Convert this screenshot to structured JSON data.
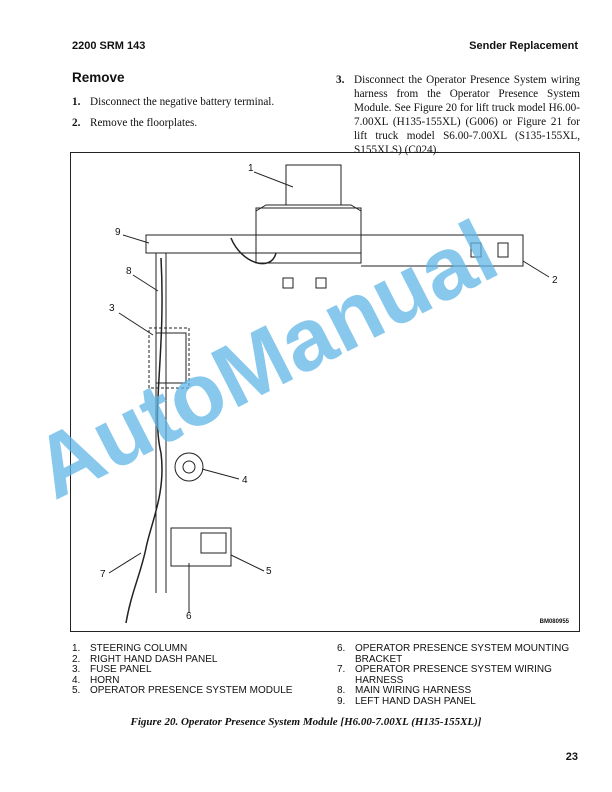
{
  "header": {
    "left": "2200 SRM 143",
    "right": "Sender Replacement"
  },
  "section_title": "Remove",
  "steps": [
    {
      "num": "1.",
      "text": "Disconnect the negative battery terminal."
    },
    {
      "num": "2.",
      "text": "Remove the floorplates."
    },
    {
      "num": "3.",
      "text": "Disconnect the Operator Presence System wiring harness from the Operator Presence System Module. See Figure 20 for lift truck model H6.00-7.00XL (H135-155XL) (G006) or Figure 21 for lift truck model S6.00-7.00XL (S135-155XL, S155XLS) (C024)."
    }
  ],
  "figure": {
    "id": "BM080955",
    "callouts": [
      "1",
      "2",
      "3",
      "4",
      "5",
      "6",
      "7",
      "8",
      "9"
    ],
    "legend": [
      {
        "num": "1.",
        "text": "STEERING COLUMN"
      },
      {
        "num": "2.",
        "text": "RIGHT HAND DASH PANEL"
      },
      {
        "num": "3.",
        "text": "FUSE PANEL"
      },
      {
        "num": "4.",
        "text": "HORN"
      },
      {
        "num": "5.",
        "text": "OPERATOR PRESENCE SYSTEM MODULE"
      },
      {
        "num": "6.",
        "text": "OPERATOR PRESENCE SYSTEM MOUNTING BRACKET"
      },
      {
        "num": "7.",
        "text": "OPERATOR PRESENCE SYSTEM WIRING HARNESS"
      },
      {
        "num": "8.",
        "text": "MAIN WIRING HARNESS"
      },
      {
        "num": "9.",
        "text": "LEFT HAND DASH PANEL"
      }
    ],
    "caption": "Figure 20. Operator Presence System Module [H6.00-7.00XL (H135-155XL)]"
  },
  "watermark": "AutoManual",
  "page_number": "23"
}
